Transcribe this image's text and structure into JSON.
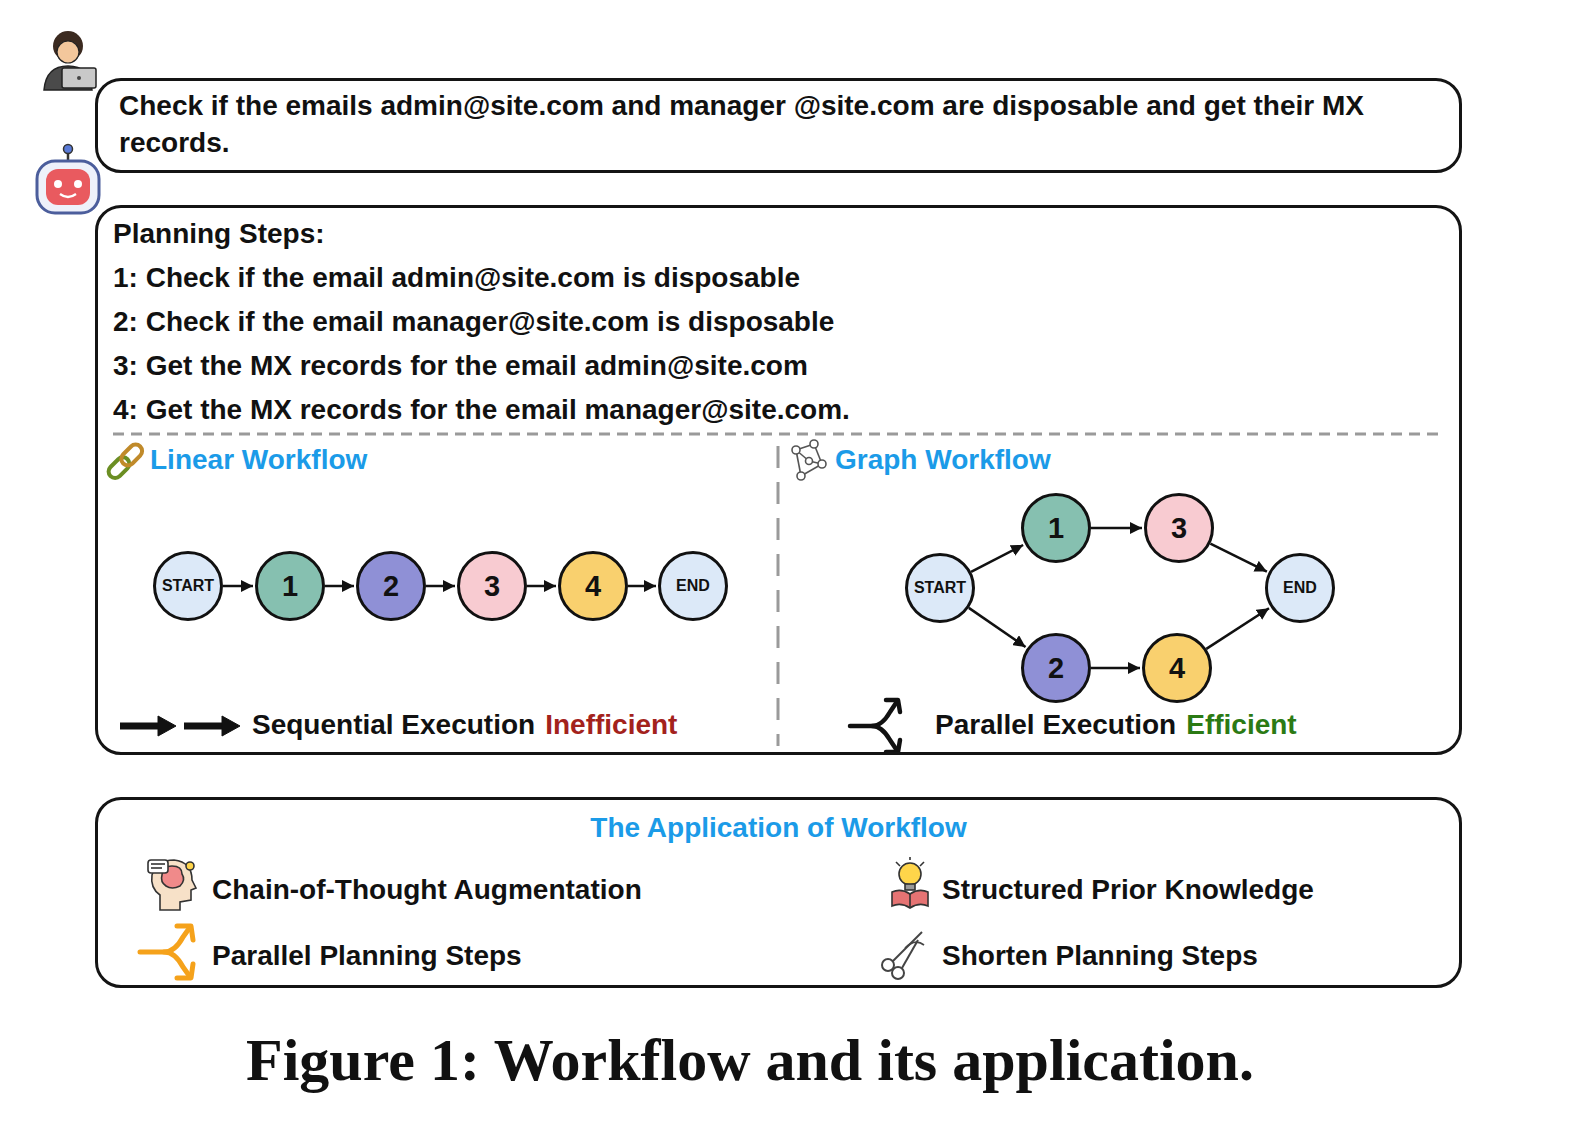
{
  "diagram": {
    "caption": "Figure 1: Workflow and its application.",
    "nodes": [
      {
        "text": [
          "Check if the emails admin@site.com and manager @site.com are disposable and get their MX records."
        ]
      },
      {
        "text": [
          "Planning Steps:",
          "1: Check if the email admin@site.com is disposable",
          "2: Check if the email manager@site.com is disposable",
          "3: Get the MX records for the email admin@site.com",
          "4: Get the MX records for the email manager@site.com."
        ]
      },
      {
        "text": [
          "START"
        ],
        "in": 1
      },
      {
        "text": [
          "1"
        ],
        "in": 1
      },
      {
        "text": [
          "2"
        ],
        "in": 1
      },
      {
        "text": [
          "3"
        ],
        "in": 1
      },
      {
        "text": [
          "4"
        ],
        "in": 1
      },
      {
        "text": [
          "END"
        ],
        "in": 1
      },
      {
        "text": [
          "START"
        ],
        "in": 1
      },
      {
        "text": [
          "1"
        ],
        "in": 1
      },
      {
        "text": [
          "2"
        ],
        "in": 1
      },
      {
        "text": [
          "3"
        ],
        "in": 1
      },
      {
        "text": [
          "4"
        ],
        "in": 1
      },
      {
        "text": [
          "END"
        ],
        "in": 1
      },
      {
        "text": [
          "The Application of Workflow",
          "Chain-of-Thought Augmentation",
          "Structured Prior Knowledge",
          "Parallel Planning Steps",
          "Shorten Planning Steps"
        ]
      }
    ],
    "edges": [
      {
        "from": 2,
        "to": 3,
        "arrow": "to"
      },
      {
        "from": 3,
        "to": 4,
        "arrow": "to"
      },
      {
        "from": 4,
        "to": 5,
        "arrow": "to"
      },
      {
        "from": 5,
        "to": 6,
        "arrow": "to"
      },
      {
        "from": 6,
        "to": 7,
        "arrow": "to"
      },
      {
        "from": 8,
        "to": 9,
        "arrow": "to"
      },
      {
        "from": 9,
        "to": 11,
        "arrow": "to"
      },
      {
        "from": 11,
        "to": 13,
        "arrow": "to"
      },
      {
        "from": 8,
        "to": 10,
        "arrow": "to"
      },
      {
        "from": 10,
        "to": 12,
        "arrow": "to"
      },
      {
        "from": 12,
        "to": 13,
        "arrow": "to"
      }
    ],
    "labels": [
      "Linear Workflow",
      "Graph Workflow",
      "Sequential Execution",
      "Inefficient",
      "Parallel Execution",
      "Efficient"
    ]
  }
}
